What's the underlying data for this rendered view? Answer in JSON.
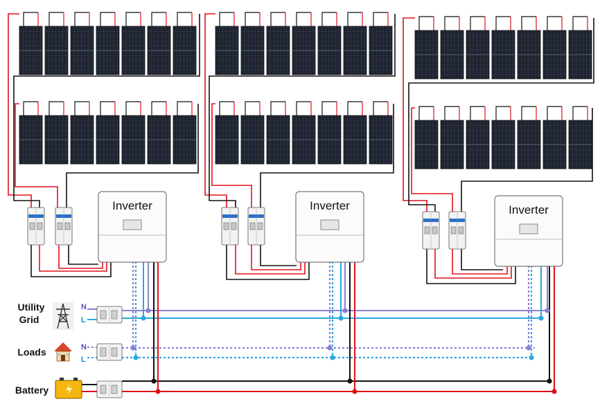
{
  "inverter_label": "Inverter",
  "grid": {
    "label_line1": "Utility",
    "label_line2": "Grid",
    "n": "N",
    "l": "L"
  },
  "loads": {
    "label": "Loads",
    "n": "N",
    "l": "L"
  },
  "battery": {
    "label": "Battery"
  },
  "colors": {
    "neutral": "#8b7fd4",
    "line": "#2aa8e0",
    "loads_neutral": "#8b7fd4",
    "loads_line": "#2aa8e0",
    "battery_neg": "#111111",
    "battery_pos": "#e0101a",
    "pv_pos": "#e0101a",
    "pv_neg": "#111111",
    "panel": "#1e2430",
    "n_text": "#5a4fc4",
    "l_text": "#1a8fd0",
    "battery_fill": "#f5b60f"
  },
  "icons": [
    "transmission-tower-icon",
    "house-icon",
    "battery-icon",
    "breaker-icon"
  ]
}
